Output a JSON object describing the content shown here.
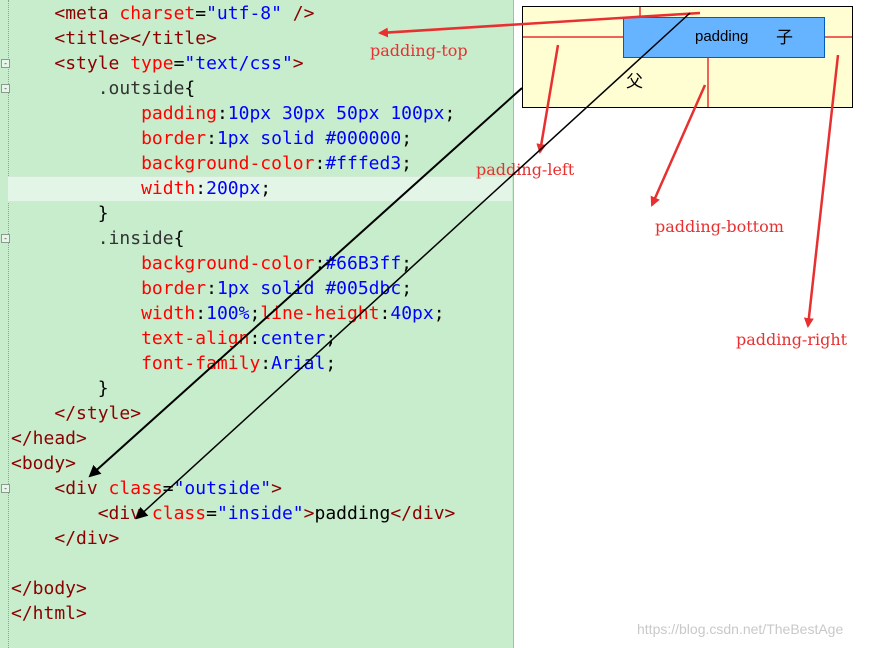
{
  "code": {
    "lines": [
      [
        [
          "t",
          "<"
        ],
        [
          "t",
          "meta "
        ],
        [
          "a",
          "charset"
        ],
        [
          "p",
          "="
        ],
        [
          "v",
          "\"utf-8\""
        ],
        [
          "t",
          " />"
        ]
      ],
      [
        [
          "t",
          "<title></title>"
        ]
      ],
      [
        [
          "t",
          "<style "
        ],
        [
          "a",
          "type"
        ],
        [
          "p",
          "="
        ],
        [
          "v",
          "\"text/css\""
        ],
        [
          "t",
          ">"
        ]
      ],
      [
        [
          "s",
          ".outside"
        ],
        [
          "p",
          "{"
        ]
      ],
      [
        [
          "a",
          "padding"
        ],
        [
          "p",
          ":"
        ],
        [
          "v",
          "10px 30px 50px 100px"
        ],
        [
          "p",
          ";"
        ]
      ],
      [
        [
          "a",
          "border"
        ],
        [
          "p",
          ":"
        ],
        [
          "v",
          "1px solid #000000"
        ],
        [
          "p",
          ";"
        ]
      ],
      [
        [
          "a",
          "background-color"
        ],
        [
          "p",
          ":"
        ],
        [
          "v",
          "#fffed3"
        ],
        [
          "p",
          ";"
        ]
      ],
      [
        [
          "a",
          "width"
        ],
        [
          "p",
          ":"
        ],
        [
          "v",
          "200px"
        ],
        [
          "p",
          ";"
        ]
      ],
      [
        [
          "p",
          "}"
        ]
      ],
      [
        [
          "s",
          ".inside"
        ],
        [
          "p",
          "{"
        ]
      ],
      [
        [
          "a",
          "background-color"
        ],
        [
          "p",
          ":"
        ],
        [
          "v",
          "#66B3ff"
        ],
        [
          "p",
          ";"
        ]
      ],
      [
        [
          "a",
          "border"
        ],
        [
          "p",
          ":"
        ],
        [
          "v",
          "1px solid #005dbc"
        ],
        [
          "p",
          ";"
        ]
      ],
      [
        [
          "a",
          "width"
        ],
        [
          "p",
          ":"
        ],
        [
          "v",
          "100%"
        ],
        [
          "p",
          ";"
        ],
        [
          "a",
          "line-height"
        ],
        [
          "p",
          ":"
        ],
        [
          "v",
          "40px"
        ],
        [
          "p",
          ";"
        ]
      ],
      [
        [
          "a",
          "text-align"
        ],
        [
          "p",
          ":"
        ],
        [
          "v",
          "center"
        ],
        [
          "p",
          ";"
        ]
      ],
      [
        [
          "a",
          "font-family"
        ],
        [
          "p",
          ":"
        ],
        [
          "v",
          "Arial"
        ],
        [
          "p",
          ";"
        ]
      ],
      [
        [
          "p",
          "}"
        ]
      ],
      [
        [
          "t",
          "</style>"
        ]
      ],
      [
        [
          "t",
          "</head>"
        ]
      ],
      [
        [
          "t",
          "<body>"
        ]
      ],
      [
        [
          "t",
          "<div "
        ],
        [
          "a",
          "class"
        ],
        [
          "p",
          "="
        ],
        [
          "v",
          "\"outside\""
        ],
        [
          "t",
          ">"
        ]
      ],
      [
        [
          "t",
          "<div "
        ],
        [
          "a",
          "class"
        ],
        [
          "p",
          "="
        ],
        [
          "v",
          "\"inside\""
        ],
        [
          "t",
          ">"
        ],
        [
          "p",
          "padding"
        ],
        [
          "t",
          "</div>"
        ]
      ],
      [
        [
          "t",
          "</div>"
        ]
      ],
      [],
      [
        [
          "t",
          "</body>"
        ]
      ],
      [
        [
          "t",
          "</html>"
        ]
      ]
    ],
    "indents": [
      4,
      4,
      4,
      8,
      12,
      12,
      12,
      12,
      8,
      8,
      12,
      12,
      12,
      12,
      12,
      8,
      4,
      0,
      0,
      4,
      8,
      4,
      0,
      0,
      0
    ]
  },
  "preview": {
    "inside_text": "padding",
    "child_label": "子",
    "parent_label": "父"
  },
  "annotations": {
    "padding_top": "padding-top",
    "padding_left": "padding-left",
    "padding_bottom": "padding-bottom",
    "padding_right": "padding-right"
  },
  "colors": {
    "editor_bg": "#c7edcc",
    "outside_bg": "#fffed3",
    "inside_bg": "#66b3ff",
    "inside_border": "#005dbc",
    "annotation_red": "#e83030"
  },
  "watermark": "https://blog.csdn.net/TheBestAge"
}
